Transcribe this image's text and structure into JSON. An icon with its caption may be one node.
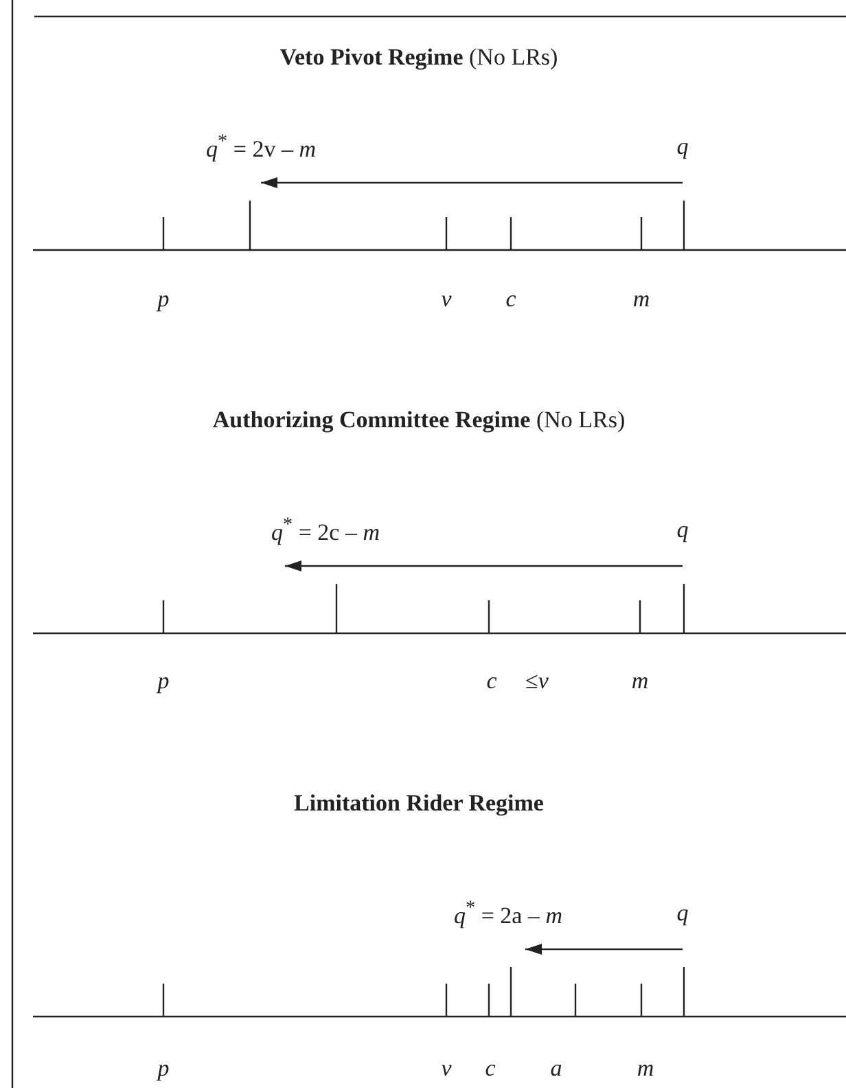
{
  "diagram": {
    "nodes": [
      {
        "text": [
          "*q*$^{*}$ = 2v – *m*"
        ]
      },
      {
        "text": [
          "q"
        ]
      },
      {
        "text": [
          "*q*$^{*}$ = 2c – *m*"
        ]
      },
      {
        "text": [
          "q"
        ]
      },
      {
        "text": [
          "*q*$^{*}$ = 2a – *m*"
        ]
      },
      {
        "text": [
          "q"
        ]
      }
    ],
    "edges": [
      {
        "from": 1,
        "to": 0,
        "arrow": "to"
      },
      {
        "from": 3,
        "to": 2,
        "arrow": "to"
      },
      {
        "from": 5,
        "to": 4,
        "arrow": "to"
      }
    ],
    "labels": [
      "**Veto Pivot Regime** (No LRs)",
      "p",
      "v",
      "c",
      "m",
      "**Authorizing Committee Regime** (No LRs)",
      "p",
      "c",
      "≤*v*",
      "m",
      "Limitation Rider Regime",
      "p",
      "v",
      "c",
      "a",
      "m"
    ]
  }
}
